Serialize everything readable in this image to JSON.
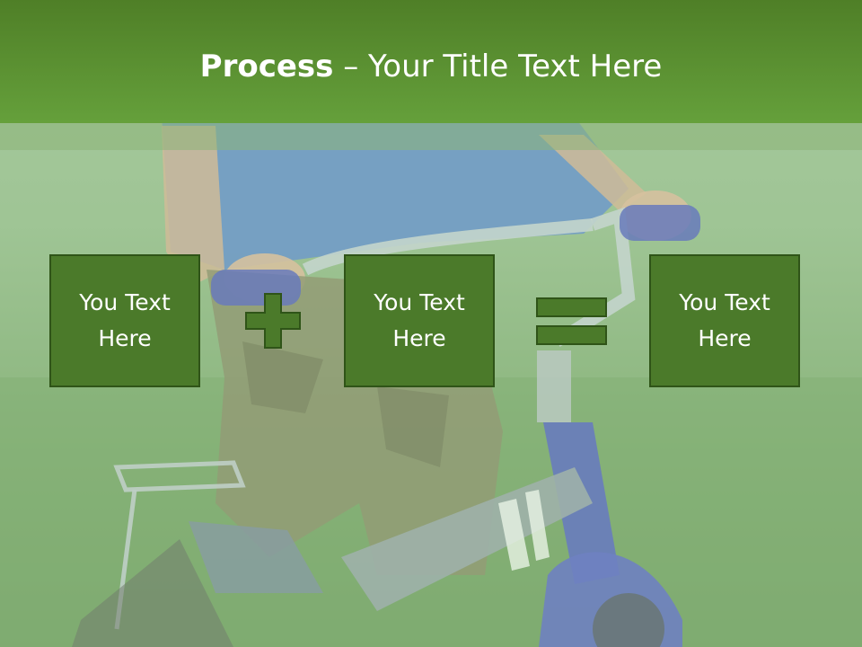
{
  "slide": {
    "title_bold": "Process",
    "title_dash": " – ",
    "title_rest": "Your Title Text Here"
  },
  "boxes": [
    {
      "label": "You Text Here"
    },
    {
      "label": "You Text Here"
    },
    {
      "label": "You Text Here"
    }
  ],
  "operators": [
    "plus-icon",
    "equals-icon"
  ],
  "colors": {
    "title_bar": "#65a03b",
    "box_fill": "#4b7a2a",
    "box_border": "#2f5418",
    "title_text": "#ffffff"
  }
}
